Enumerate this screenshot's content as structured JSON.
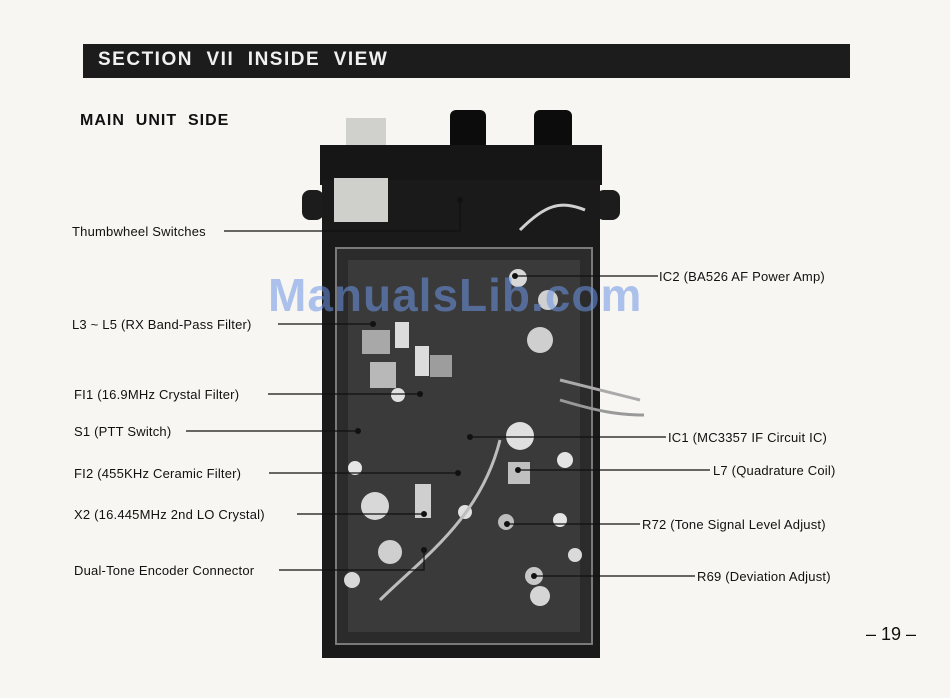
{
  "header": {
    "section_title": "SECTION  VII  INSIDE  VIEW"
  },
  "subtitle": "MAIN  UNIT  SIDE",
  "callouts_left": [
    {
      "label": "Thumbwheel Switches"
    },
    {
      "label": "L3 ~ L5 (RX Band-Pass Filter)"
    },
    {
      "label": "FI1 (16.9MHz Crystal Filter)"
    },
    {
      "label": "S1 (PTT Switch)"
    },
    {
      "label": "FI2 (455KHz Ceramic Filter)"
    },
    {
      "label": "X2 (16.445MHz 2nd LO Crystal)"
    },
    {
      "label": "Dual-Tone Encoder Connector"
    }
  ],
  "callouts_right": [
    {
      "label": "IC2 (BA526 AF Power Amp)"
    },
    {
      "label": "IC1 (MC3357 IF Circuit IC)"
    },
    {
      "label": "L7 (Quadrature Coil)"
    },
    {
      "label": "R72 (Tone Signal Level Adjust)"
    },
    {
      "label": "R69 (Deviation Adjust)"
    }
  ],
  "watermark": "ManualsLib.com",
  "page_number": "– 19 –"
}
